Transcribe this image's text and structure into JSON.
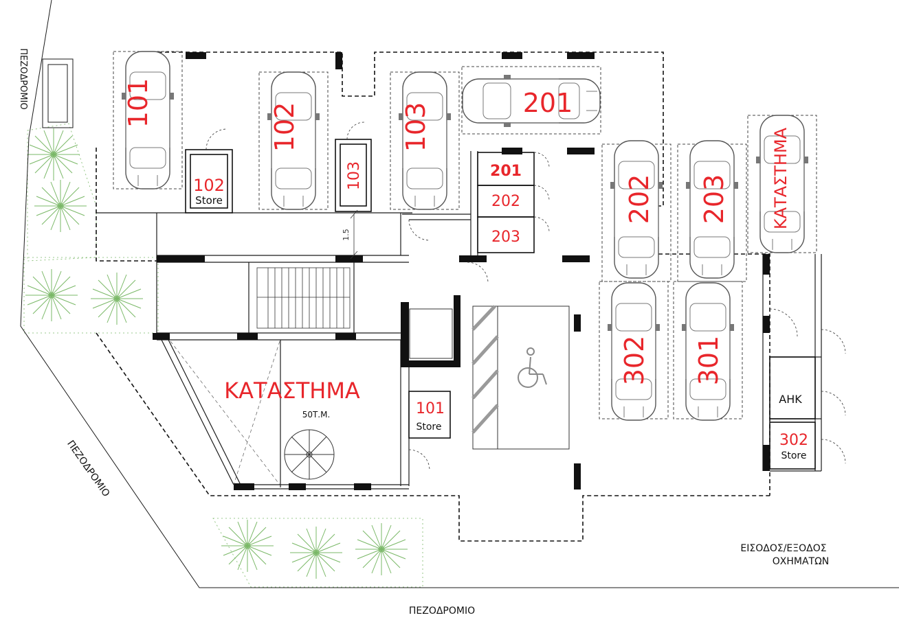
{
  "colors": {
    "unit_label": "#e8262b",
    "line": "#1a1a1a",
    "wall": "#111111",
    "tree": "#7ab867",
    "hatch": "#9a9a9a"
  },
  "street_labels": {
    "top_left": "ΠΕΖΟΔΡΟΜΙΟ",
    "diagonal": "ΠΕΖΟΔΡΟΜΙΟ",
    "bottom": "ΠΕΖΟΔΡΟΜΙΟ"
  },
  "entrance": {
    "line1": "ΕΙΣΟΔΟΣ/ΕΞΟΔΟΣ",
    "line2": "ΟΧΗΜΑΤΩΝ"
  },
  "parking_spaces": {
    "p101": "101",
    "p102": "102",
    "p103": "103",
    "p201": "201",
    "p202": "202",
    "p203": "203",
    "p_shop": "ΚΑΤΑΣΤΗΜΑ",
    "p302": "302",
    "p301": "301"
  },
  "stores": {
    "s102_num": "102",
    "s102_word": "Store",
    "s103_num": "103",
    "s201": "201",
    "s202": "202",
    "s203": "203",
    "s101_num": "101",
    "s101_word": "Store",
    "s302_num": "302",
    "s302_word": "Store",
    "ahk": "ΑΗΚ"
  },
  "shop": {
    "name": "ΚΑΤΑΣΤΗΜΑ",
    "area": "50Τ.Μ."
  },
  "dimension": "1.5",
  "icons": {
    "accessible": "wheelchair-icon",
    "stair": "spiral-staircase-icon"
  }
}
